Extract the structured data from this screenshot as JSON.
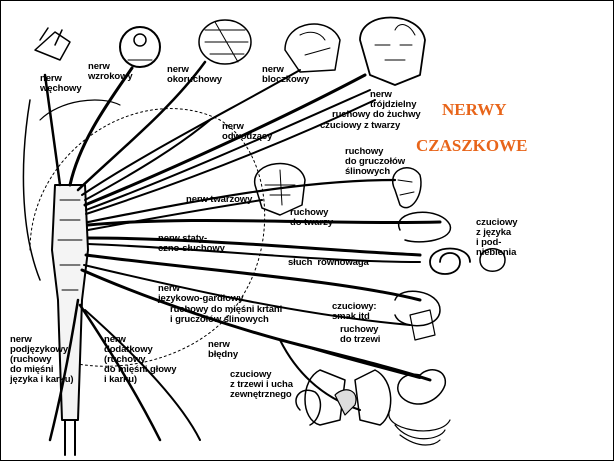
{
  "title": {
    "line1": "NERWY",
    "line2": "CZASZKOWE"
  },
  "labels": {
    "nerw_wechowy": "nerw\nwęchowy",
    "nerw_wzrokowy": "nerw\nwzrokowy",
    "nerw_okoruchowy": "nerw\nokoruchowy",
    "nerw_bloczkowy": "nerw\nbloczkowy",
    "nerw_trojdzielny": "nerw\ntrójdzielny",
    "ruchowy_do_zuchwy": "ruchowy do żuchwy",
    "czuciowy_z_twarzy": "czuciowy z twarzy",
    "nerw_odwodzacy": "nerw\nodwodzący",
    "ruchowy_do_gruczolow": "ruchowy\ndo gruczołów\nślinowych",
    "nerw_twarzowy": "nerw twarzowy",
    "ruchowy_do_twarzy": "ruchowy\ndo twarzy",
    "czuciowy_z_jezyka": "czuciowy\nz języka\ni pod-\nniebienia",
    "nerw_statyczno": "nerw staty-\nczno-słuchowy",
    "sluch_rownowaga": "słuch  równowaga",
    "nerw_jezykowo": "nerw\njęzykowo-gardłowy",
    "ruchowy_do_miesni_krtani": "ruchowy do mięśni krtani\ni gruczołów ślinowych",
    "czuciowy_smak": "czuciowy:\nsmak itd",
    "ruchowy_do_trzewi": "ruchowy\ndo trzewi",
    "nerw_podjezykowy": "nerw\npodjęzykowy\n(ruchowy\ndo mięśni\njęzyka i karku)",
    "nerw_dodatkowy": "nerw\ndodatkowy\n(ruchowy\ndo mięśni głowy\ni karku)",
    "nerw_bledny": "nerw\nbłędny",
    "czuciowy_z_trzewi": "czuciowy\nz trzewi i ucha\nzewnętrznego"
  },
  "colors": {
    "title": "#e8651a",
    "ink": "#000000",
    "background": "#ffffff"
  }
}
